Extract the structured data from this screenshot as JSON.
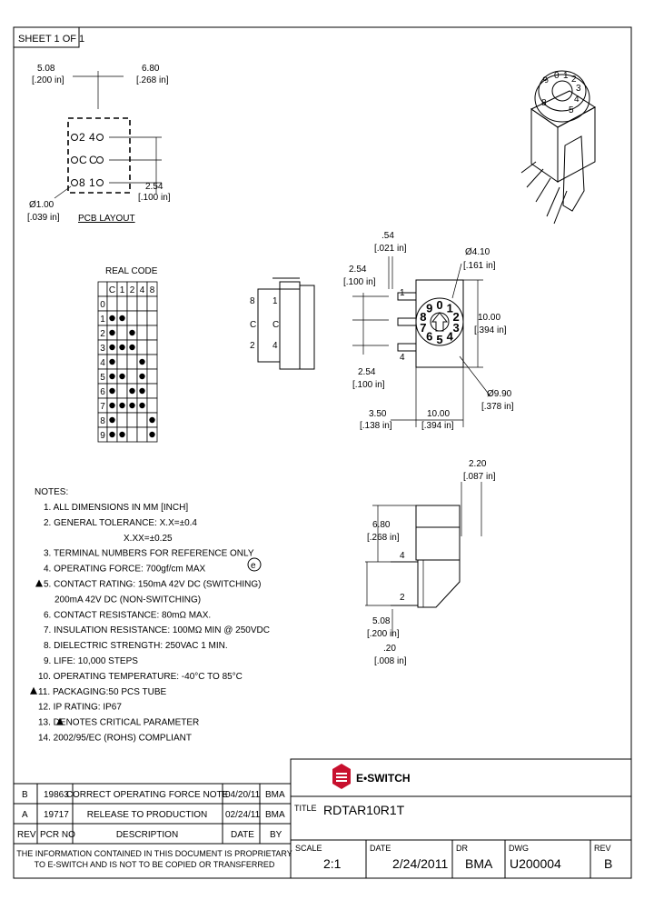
{
  "sheet_label": "SHEET 1 OF 1",
  "pcb": {
    "dim_left_mm": "5.08",
    "dim_left_in": "[.200 in]",
    "dim_right_mm": "6.80",
    "dim_right_in": "[.268 in]",
    "dim_pitch_mm": "2.54",
    "dim_pitch_in": "[.100 in]",
    "hole_mm": "Ø1.00",
    "hole_in": "[.039 in]",
    "pins_left": [
      "2",
      "C",
      "8"
    ],
    "pins_right": [
      "4",
      "C",
      "1"
    ],
    "caption": "PCB LAYOUT"
  },
  "real_code": {
    "title": "REAL CODE",
    "headers": [
      "C",
      "1",
      "2",
      "4",
      "8"
    ],
    "rows": [
      {
        "pos": "0",
        "dots": [
          0,
          0,
          0,
          0,
          0
        ]
      },
      {
        "pos": "1",
        "dots": [
          1,
          1,
          0,
          0,
          0
        ]
      },
      {
        "pos": "2",
        "dots": [
          1,
          0,
          1,
          0,
          0
        ]
      },
      {
        "pos": "3",
        "dots": [
          1,
          1,
          1,
          0,
          0
        ]
      },
      {
        "pos": "4",
        "dots": [
          1,
          0,
          0,
          1,
          0
        ]
      },
      {
        "pos": "5",
        "dots": [
          1,
          1,
          0,
          1,
          0
        ]
      },
      {
        "pos": "6",
        "dots": [
          1,
          0,
          1,
          1,
          0
        ]
      },
      {
        "pos": "7",
        "dots": [
          1,
          1,
          1,
          1,
          0
        ]
      },
      {
        "pos": "8",
        "dots": [
          1,
          0,
          0,
          0,
          1
        ]
      },
      {
        "pos": "9",
        "dots": [
          1,
          1,
          0,
          0,
          1
        ]
      }
    ]
  },
  "side_view": {
    "pins_left": [
      "8",
      "C",
      "2"
    ],
    "pins_right": [
      "1",
      "C",
      "4"
    ]
  },
  "front_view": {
    "dim_top_mm": ".54",
    "dim_top_in": "[.021 in]",
    "dim_dia_mm": "Ø4.10",
    "dim_dia_in": "[.161 in]",
    "dim_pitch1_mm": "2.54",
    "dim_pitch1_in": "[.100 in]",
    "dim_height_mm": "10.00",
    "dim_height_in": "[.394 in]",
    "dim_pitch2_mm": "2.54",
    "dim_pitch2_in": "[.100 in]",
    "dim_knob_mm": "Ø9.90",
    "dim_knob_in": "[.378 in]",
    "dim_offset_mm": "3.50",
    "dim_offset_in": "[.138 in]",
    "dim_width_mm": "10.00",
    "dim_width_in": "[.394 in]",
    "pin_top": "1",
    "pin_bottom": "4",
    "dial_digits": [
      "0",
      "1",
      "2",
      "3",
      "4",
      "5",
      "6",
      "7",
      "8",
      "9"
    ]
  },
  "bottom_view": {
    "dim_tab_mm": "2.20",
    "dim_tab_in": "[.087 in]",
    "dim_upper_mm": "6.80",
    "dim_upper_in": "[.268 in]",
    "dim_lower_mm": "5.08",
    "dim_lower_in": "[.200 in]",
    "dim_pin_mm": ".20",
    "dim_pin_in": "[.008 in]",
    "pin_a": "4",
    "pin_b": "2"
  },
  "notes_title": "NOTES:",
  "notes": [
    "1. ALL DIMENSIONS IN MM [INCH]",
    "2. GENERAL TOLERANCE: X.X=±0.4",
    "X.XX=±0.25",
    "3. TERMINAL NUMBERS FOR REFERENCE ONLY",
    "4. OPERATING FORCE: 700gf/cm MAX",
    "5. CONTACT RATING: 150mA 42V DC (SWITCHING)",
    "200mA 42V DC (NON-SWITCHING)",
    "6. CONTACT RESISTANCE: 80mΩ MAX.",
    "7. INSULATION RESISTANCE: 100MΩ MIN @ 250VDC",
    "8. DIELECTRIC STRENGTH: 250VAC 1 MIN.",
    "9. LIFE: 10,000 STEPS",
    "10. OPERATING TEMPERATURE: -40°C TO 85°C",
    "11. PACKAGING:50 PCS TUBE",
    "12. IP RATING: IP67",
    "13. DENOTES CRITICAL PARAMETER",
    "14. 2002/95/EC (ROHS) COMPLIANT"
  ],
  "note_badge": "e",
  "revisions": [
    {
      "rev": "B",
      "pcr": "19863",
      "desc": "CORRECT OPERATING FORCE NOTE",
      "date": "04/20/11",
      "by": "BMA"
    },
    {
      "rev": "A",
      "pcr": "19717",
      "desc": "RELEASE TO PRODUCTION",
      "date": "02/24/11",
      "by": "BMA"
    }
  ],
  "rev_headers": {
    "rev": "REV",
    "pcr": "PCR NO",
    "desc": "DESCRIPTION",
    "date": "DATE",
    "by": "BY"
  },
  "proprietary_line1": "THE INFORMATION CONTAINED IN THIS DOCUMENT IS PROPRIETARY",
  "proprietary_line2": "TO E-SWITCH AND IS NOT TO BE COPIED OR TRANSFERRED",
  "logo_text": "E•SWITCH",
  "title_label": "TITLE",
  "title_value": "RDTAR10R1T",
  "scale_label": "SCALE",
  "scale_value": "2:1",
  "date_label": "DATE",
  "date_value": "2/24/2011",
  "dr_label": "DR",
  "dr_value": "BMA",
  "dwg_label": "DWG",
  "dwg_value": "U200004",
  "rev_label": "REV",
  "rev_value": "B",
  "colors": {
    "logo_red": "#c8102e",
    "ink": "#000000"
  }
}
